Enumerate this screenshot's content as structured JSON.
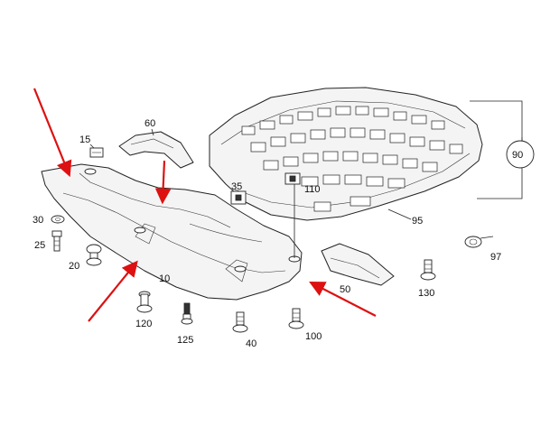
{
  "labels": {
    "p10": "10",
    "p15": "15",
    "p20": "20",
    "p25": "25",
    "p30": "30",
    "p35": "35",
    "p40": "40",
    "p50": "50",
    "p60": "60",
    "p90": "90",
    "p95": "95",
    "p97": "97",
    "p100": "100",
    "p110": "110",
    "p120": "120",
    "p125": "125",
    "p130": "130"
  },
  "colors": {
    "arrow": "#dd1111",
    "line": "#222222",
    "shield_fill": "#f4f4f4",
    "background": "#ffffff"
  }
}
